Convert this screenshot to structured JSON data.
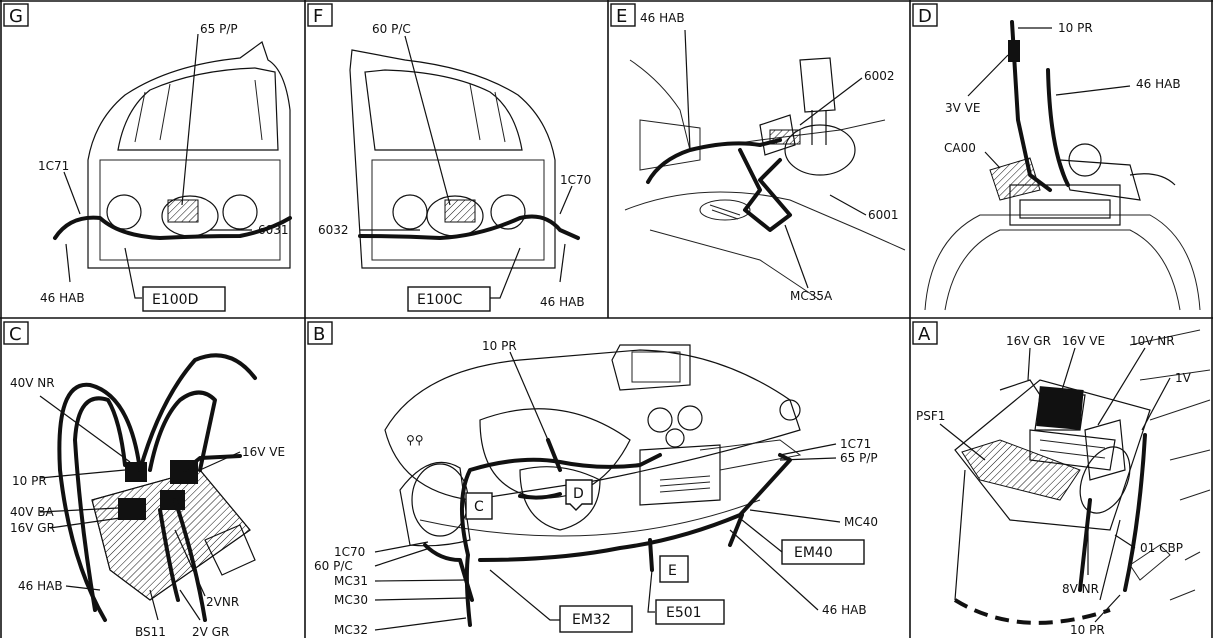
{
  "panels": [
    {
      "id": "G",
      "labels": [
        "65 P/P",
        "1C71",
        "6031",
        "46 HAB"
      ],
      "boxed": [
        "E100D"
      ]
    },
    {
      "id": "F",
      "labels": [
        "60 P/C",
        "1C70",
        "6032",
        "46 HAB"
      ],
      "boxed": [
        "E100C"
      ]
    },
    {
      "id": "E",
      "labels": [
        "46 HAB",
        "6002",
        "6001",
        "MC35A"
      ],
      "boxed": []
    },
    {
      "id": "D",
      "labels": [
        "10 PR",
        "3V VE",
        "46 HAB",
        "CA00"
      ],
      "boxed": []
    },
    {
      "id": "C",
      "labels": [
        "40V NR",
        "16V VE",
        "10 PR",
        "40V BA",
        "16V GR",
        "46 HAB",
        "2VNR",
        "BS11",
        "2V GR"
      ],
      "boxed": []
    },
    {
      "id": "B",
      "labels": [
        "10 PR",
        "1C71",
        "65 P/P",
        "MC40",
        "1C70",
        "60 P/C",
        "MC31",
        "MC30",
        "MC32",
        "46 HAB"
      ],
      "boxed": [
        "C",
        "D",
        "E",
        "EM40",
        "EM32",
        "E501"
      ]
    },
    {
      "id": "A",
      "labels": [
        "16V GR",
        "16V VE",
        "10V NR",
        "1V",
        "PSF1",
        "01 CBP",
        "8V NR",
        "10 PR"
      ],
      "boxed": []
    }
  ]
}
